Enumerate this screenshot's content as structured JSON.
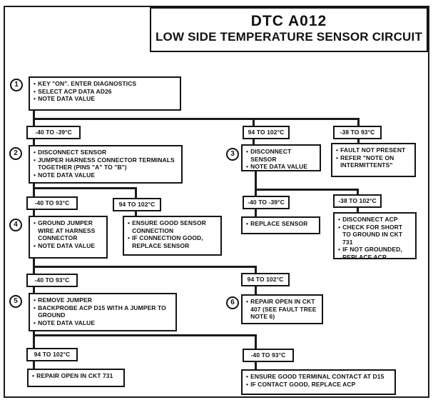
{
  "title": {
    "code": "DTC A012",
    "name": "LOW SIDE TEMPERATURE SENSOR CIRCUIT"
  },
  "steps": {
    "s1": {
      "num": "1",
      "bullets": [
        "KEY \"ON\". ENTER DIAGNOSTICS",
        "SELECT ACP DATA AD26",
        "NOTE DATA VALUE"
      ]
    },
    "s2": {
      "num": "2",
      "bullets": [
        "DISCONNECT SENSOR",
        "JUMPER HARNESS CONNECTOR TERMINALS TOGETHER (PINS \"A\" TO \"B\")",
        "NOTE DATA VALUE"
      ]
    },
    "s3": {
      "num": "3",
      "bullets": [
        "DISCONNECT SENSOR",
        "NOTE DATA VALUE"
      ]
    },
    "s4": {
      "num": "4",
      "bullets": [
        "GROUND JUMPER WIRE AT HARNESS CONNECTOR",
        "NOTE DATA VALUE"
      ]
    },
    "s5": {
      "num": "5",
      "bullets": [
        "REMOVE JUMPER",
        "BACKPROBE ACP D15 WITH A JUMPER TO GROUND",
        "NOTE DATA VALUE"
      ]
    },
    "s6": {
      "num": "6",
      "bullets": [
        "REPAIR OPEN IN CKT 407 (SEE FAULT TREE NOTE 6)"
      ]
    }
  },
  "results": {
    "fault_not_present": {
      "bullets": [
        "FAULT NOT PRESENT",
        "REFER \"NOTE ON INTERMITTENTS\""
      ]
    },
    "ensure_sensor_connection": {
      "bullets": [
        "ENSURE GOOD SENSOR CONNECTION",
        "IF CONNECTION GOOD, REPLACE SENSOR"
      ]
    },
    "replace_sensor": {
      "bullets": [
        "REPLACE SENSOR"
      ]
    },
    "disconnect_acp": {
      "bullets": [
        "DISCONNECT ACP",
        "CHECK FOR SHORT TO GROUND IN CKT 731",
        "IF NOT GROUNDED, REPLACE ACP"
      ]
    },
    "repair_ckt731": {
      "bullets": [
        "REPAIR OPEN IN CKT 731"
      ]
    },
    "ensure_terminal_contact": {
      "bullets": [
        "ENSURE GOOD TERMINAL CONTACT AT D15",
        "IF CONTACT GOOD, REPLACE ACP"
      ]
    }
  },
  "branch_labels": {
    "s1_low": "-40 TO -39°C",
    "s1_high": "94 TO 102°C",
    "s1_normal": "-38 TO 93°C",
    "s2_normal": "-40 TO 93°C",
    "s2_high": "94 TO 102°C",
    "s3_low": "-40 TO -39°C",
    "s3_normal": "-38 TO 102°C",
    "s4_normal": "-40 TO 93°C",
    "s4_high": "94 TO 102°C",
    "s5_high": "94 TO 102°C",
    "s5_normal": "-40 TO 93°C"
  },
  "colors": {
    "ink": "#141414",
    "paper": "#ffffff"
  }
}
